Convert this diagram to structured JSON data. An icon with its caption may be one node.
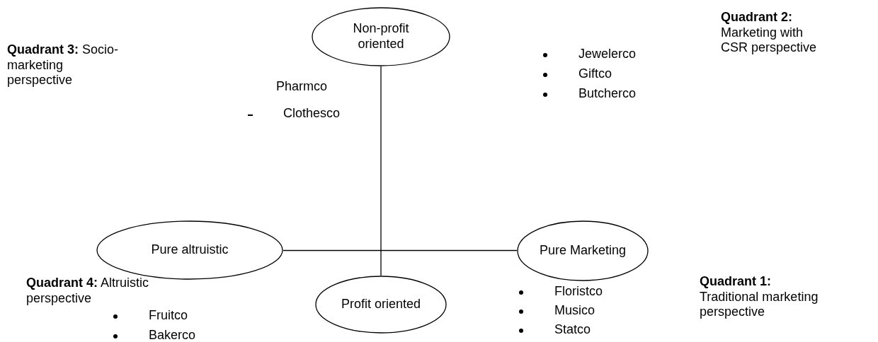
{
  "diagram": {
    "nodes": [
      {
        "text": [
          "Non-profit oriented"
        ]
      },
      {
        "text": [
          "Pure altruistic"
        ]
      },
      {
        "text": [
          "Pure Marketing"
        ]
      },
      {
        "text": [
          "Profit oriented"
        ]
      }
    ],
    "edges": [
      {
        "from": 0,
        "to": 3,
        "arrow": "none"
      },
      {
        "from": 1,
        "to": 2,
        "arrow": "none"
      }
    ],
    "labels": [
      "**Quadrant 2:** Marketing with CSR perspective",
      "Jewelerco",
      "Giftco",
      "Butcherco",
      "**Quadrant 3:** Socio-marketing perspective",
      "Pharmco",
      "Clothesco",
      "**Quadrant 4:** Altruistic perspective",
      "Fruitco",
      "Bakerco",
      "Floristco",
      "Musico",
      "Statco",
      "**Quadrant 1:** Traditional marketing perspective"
    ]
  }
}
